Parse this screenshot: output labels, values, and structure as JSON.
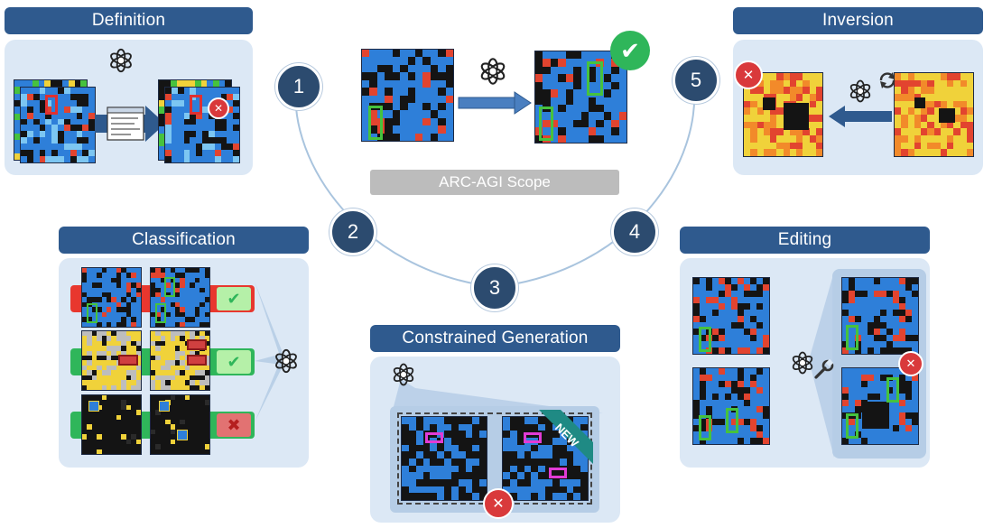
{
  "panels": {
    "definition": {
      "title": "Definition"
    },
    "inversion": {
      "title": "Inversion"
    },
    "classification": {
      "title": "Classification"
    },
    "editing": {
      "title": "Editing"
    },
    "constrained_generation": {
      "title": "Constrained Generation"
    }
  },
  "scope_label": "ARC-AGI Scope",
  "steps": [
    "1",
    "2",
    "3",
    "4",
    "5"
  ],
  "new_label": "NEW",
  "colors": {
    "title_bar": "#2f5a8e",
    "panel_bg": "#dce8f5",
    "step_circle": "#2c4b6f",
    "scope_bar": "#bcbcbc",
    "grid_blue": "#2e7fd9",
    "grid_black": "#141414",
    "grid_red": "#e2442f",
    "grid_yellow": "#f0d23a",
    "highlight_green": "#46c23e",
    "highlight_red": "#e03030",
    "highlight_magenta": "#e23bd6",
    "check_green": "#2fb65a",
    "cross_red": "#d9393b"
  },
  "icons": [
    "openai-logo-icon",
    "check-icon",
    "cross-icon",
    "arrow-right-icon",
    "arrow-left-icon",
    "refresh-icon",
    "wrench-icon",
    "terminal-window-icon"
  ]
}
